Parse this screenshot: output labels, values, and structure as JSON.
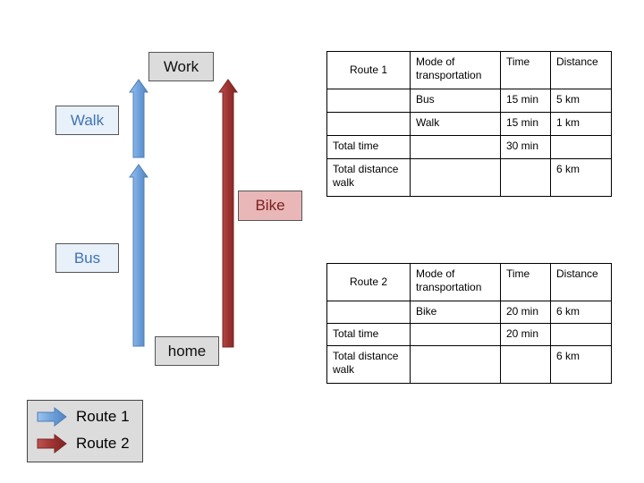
{
  "places": {
    "work": "Work",
    "home": "home"
  },
  "segments": {
    "walk": "Walk",
    "bus": "Bus",
    "bike": "Bike"
  },
  "colors": {
    "route1": "#6fa1db",
    "route2": "#9e3331",
    "walk_text": "#3f73b5"
  },
  "route1_table": {
    "header": [
      "Route 1",
      "Mode of transportation",
      "Time",
      "Distance"
    ],
    "rows": [
      [
        "",
        "Bus",
        "15 min",
        "5 km"
      ],
      [
        "",
        "Walk",
        "15 min",
        "1 km"
      ],
      [
        "Total time",
        "",
        "30 min",
        ""
      ],
      [
        "Total distance walk",
        "",
        "",
        "6 km"
      ]
    ]
  },
  "route2_table": {
    "header": [
      "Route 2",
      "Mode of transportation",
      "Time",
      "Distance"
    ],
    "rows": [
      [
        "",
        "Bike",
        "20 min",
        "6 km"
      ],
      [
        "Total time",
        "",
        "20 min",
        ""
      ],
      [
        "Total distance walk",
        "",
        "",
        "6 km"
      ]
    ]
  },
  "legend": {
    "route1": "Route 1",
    "route2": "Route 2"
  }
}
